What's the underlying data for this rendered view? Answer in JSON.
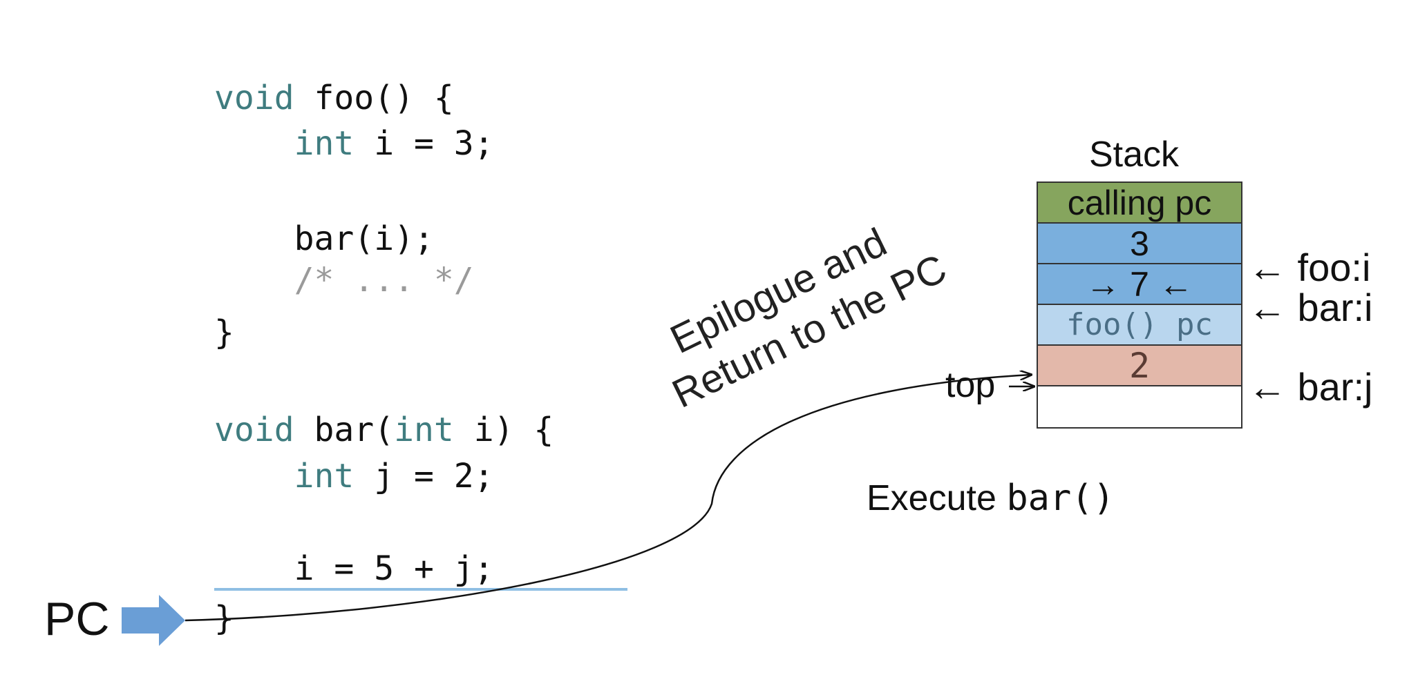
{
  "code_lines": [
    {
      "id": "foo-sig-1",
      "segments": [
        {
          "t": "void",
          "k": "kw"
        },
        {
          "t": " foo() {",
          "k": "tx"
        }
      ]
    },
    {
      "id": "foo-decl",
      "segments": [
        {
          "t": "    ",
          "k": "tx"
        },
        {
          "t": "int",
          "k": "kw"
        },
        {
          "t": " i = 3;",
          "k": "tx"
        }
      ]
    },
    {
      "id": "foo-call",
      "segments": [
        {
          "t": "    bar(i);",
          "k": "tx"
        }
      ]
    },
    {
      "id": "foo-comment",
      "segments": [
        {
          "t": "    ",
          "k": "tx"
        },
        {
          "t": "/* ... */",
          "k": "cm"
        }
      ]
    },
    {
      "id": "foo-close",
      "segments": [
        {
          "t": "}",
          "k": "tx"
        }
      ]
    },
    {
      "id": "bar-sig",
      "segments": [
        {
          "t": "void",
          "k": "kw"
        },
        {
          "t": " bar(",
          "k": "tx"
        },
        {
          "t": "int",
          "k": "kw"
        },
        {
          "t": " i) {",
          "k": "tx"
        }
      ]
    },
    {
      "id": "bar-decl",
      "segments": [
        {
          "t": "    ",
          "k": "tx"
        },
        {
          "t": "int",
          "k": "kw"
        },
        {
          "t": " j = 2;",
          "k": "tx"
        }
      ]
    },
    {
      "id": "bar-assign",
      "segments": [
        {
          "t": "    i = 5 + j;",
          "k": "tx"
        }
      ]
    },
    {
      "id": "bar-close",
      "segments": [
        {
          "t": "}",
          "k": "tx"
        }
      ]
    }
  ],
  "stack": {
    "title": "Stack",
    "cells": [
      {
        "text": "calling pc",
        "color": "#86a55e",
        "text_color": "#111111"
      },
      {
        "text": "3",
        "color": "#7aafdd",
        "text_color": "#111111"
      },
      {
        "text": "→ 7 ←",
        "color": "#7aafdd",
        "text_color": "#111111"
      },
      {
        "text": "foo() pc",
        "color": "#b9d6ee",
        "text_color": "#4a6e86"
      },
      {
        "text": "2",
        "color": "#e3b8aa",
        "text_color": "#5a3c34"
      },
      {
        "text": "",
        "color": "#ffffff",
        "text_color": "#111111"
      }
    ]
  },
  "labels": {
    "foo_i": "← foo:i",
    "bar_i": "← bar:i",
    "bar_j": "← bar:j",
    "top": "top",
    "pc": "PC",
    "epilogue_line1": "Epilogue and",
    "epilogue_line2": "Return to the PC",
    "execute_text": "Execute ",
    "execute_code": "bar()"
  },
  "colors": {
    "keyword": "#3f7c7f",
    "comment": "#9a9a9a",
    "pc_arrow": "#6a9ed6",
    "underline": "#8fbfe3"
  }
}
